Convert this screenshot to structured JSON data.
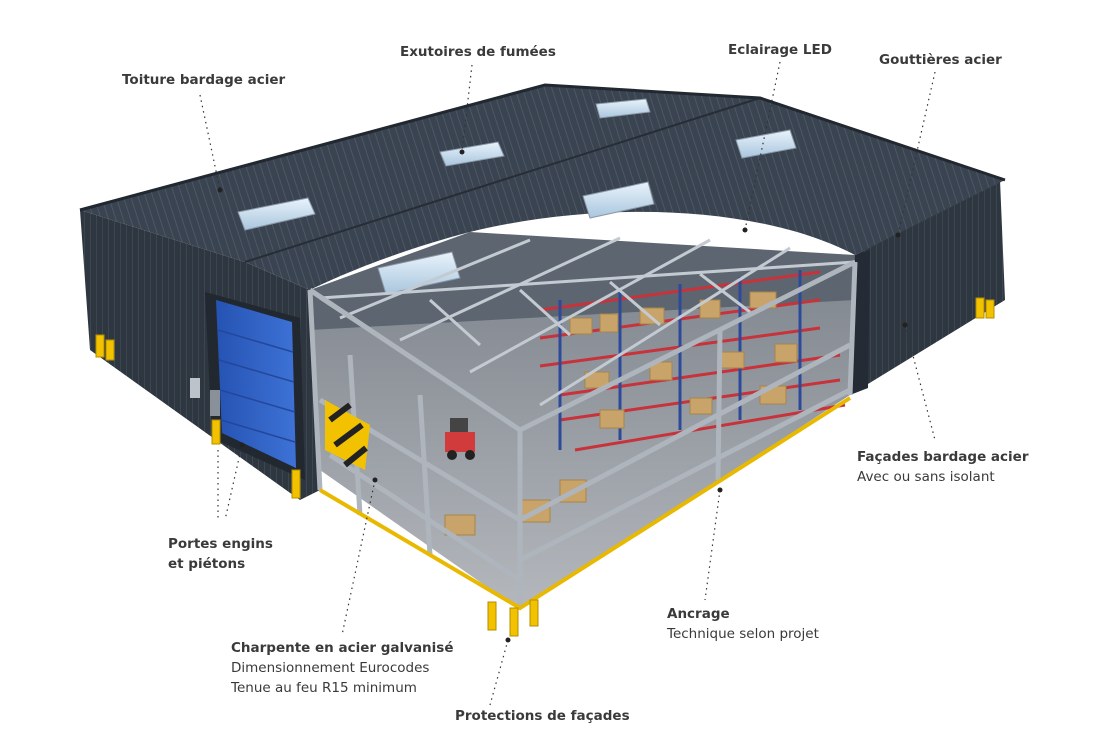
{
  "callouts": {
    "toiture": {
      "title": "Toiture bardage acier"
    },
    "exutoires": {
      "title": "Exutoires de fumées"
    },
    "eclairage": {
      "title": "Eclairage LED"
    },
    "gouttieres": {
      "title": "Gouttières acier"
    },
    "facades": {
      "title": "Façades bardage acier",
      "subtitle": "Avec ou sans isolant"
    },
    "portes": {
      "line1": "Portes engins",
      "line2": "et piétons"
    },
    "ancrage": {
      "title": "Ancrage",
      "subtitle": "Technique selon projet"
    },
    "charpente": {
      "title": "Charpente en acier galvanisé",
      "subtitle1": "Dimensionnement Eurocodes",
      "subtitle2": "Tenue au feu R15 minimum"
    },
    "protections": {
      "title": "Protections de façades"
    }
  },
  "colors": {
    "cladding": "#3a4350",
    "cladding_dark": "#2b323c",
    "door": "#2f5fc0",
    "steel": "#b9c0c8",
    "racking": "#c8323a",
    "bollard": "#f2c200",
    "floor": "#9a9fa6",
    "label_text": "#3a3a3a"
  }
}
